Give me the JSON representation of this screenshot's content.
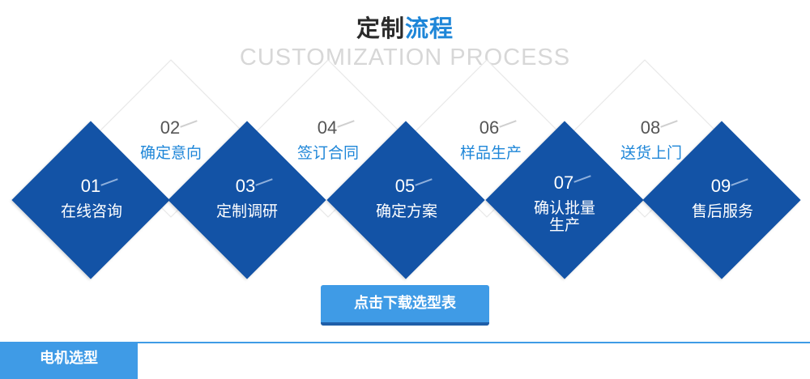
{
  "header": {
    "title_part1": "定制",
    "title_part2": "流程",
    "subtitle": "CUSTOMIZATION PROCESS"
  },
  "steps": [
    {
      "num": "01",
      "label": "在线咨询"
    },
    {
      "num": "02",
      "label": "确定意向"
    },
    {
      "num": "03",
      "label": "定制调研"
    },
    {
      "num": "04",
      "label": "签订合同"
    },
    {
      "num": "05",
      "label": "确定方案"
    },
    {
      "num": "06",
      "label": "样品生产"
    },
    {
      "num": "07",
      "label": "确认批量",
      "label2": "生产"
    },
    {
      "num": "08",
      "label": "送货上门"
    },
    {
      "num": "09",
      "label": "售后服务"
    }
  ],
  "download_button": "点击下载选型表",
  "section_tab": "电机选型",
  "colors": {
    "accent": "#1e86d8",
    "diamond_blue": "#1353a6",
    "button": "#3f9be6"
  }
}
